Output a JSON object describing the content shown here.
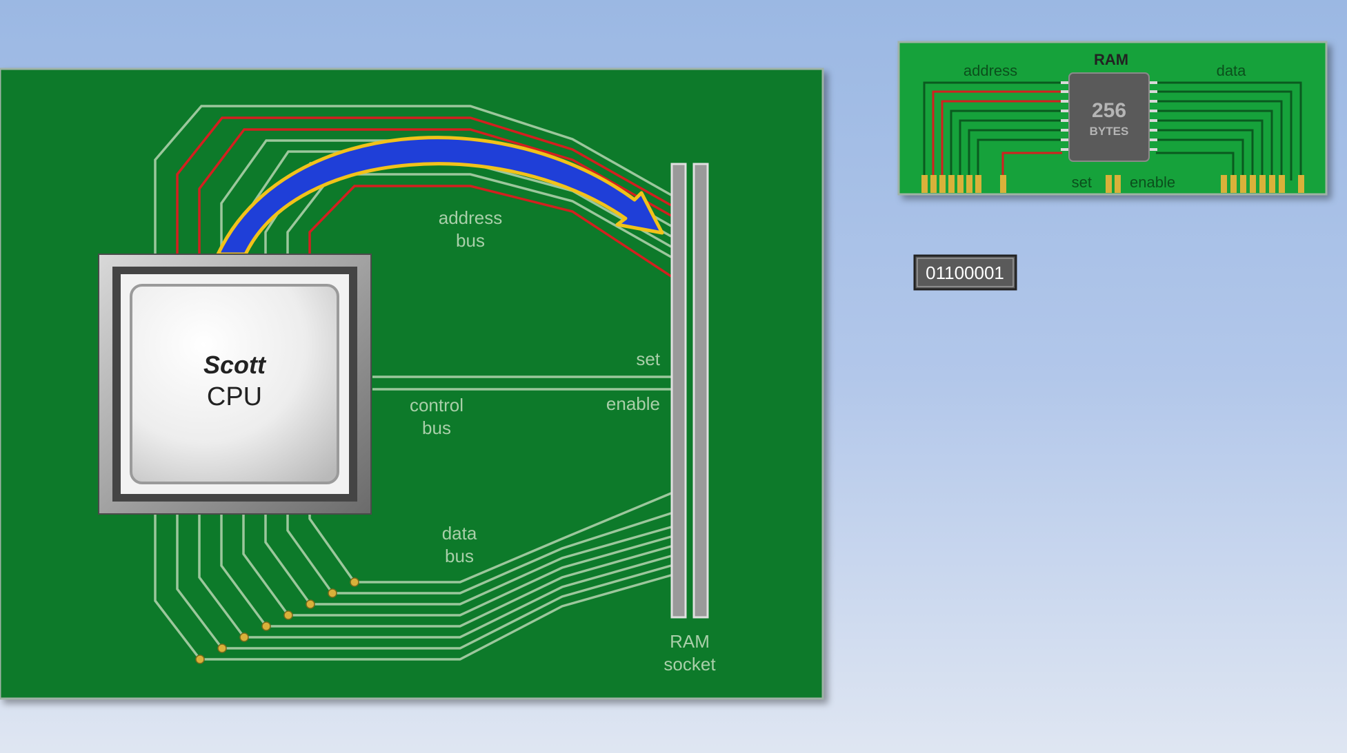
{
  "cpu": {
    "name": "Scott",
    "label": "CPU"
  },
  "motherboard": {
    "address_bus": [
      "address",
      "bus"
    ],
    "control_bus": [
      "control",
      "bus"
    ],
    "data_bus": [
      "data",
      "bus"
    ],
    "set_label": "set",
    "enable_label": "enable",
    "socket": [
      "RAM",
      "socket"
    ]
  },
  "ram_module": {
    "title": "RAM",
    "address_label": "address",
    "data_label": "data",
    "chip_size": "256",
    "chip_unit": "BYTES",
    "set_label": "set",
    "enable_label": "enable"
  },
  "register_value": "01100001",
  "colors": {
    "board": "#0e7a2c",
    "trace": "#9cc79c",
    "active_trace": "#d41f1f",
    "arrow": "#1f3fd8",
    "arrow_outline": "#f2c21a",
    "pin": "#d9b13a"
  }
}
